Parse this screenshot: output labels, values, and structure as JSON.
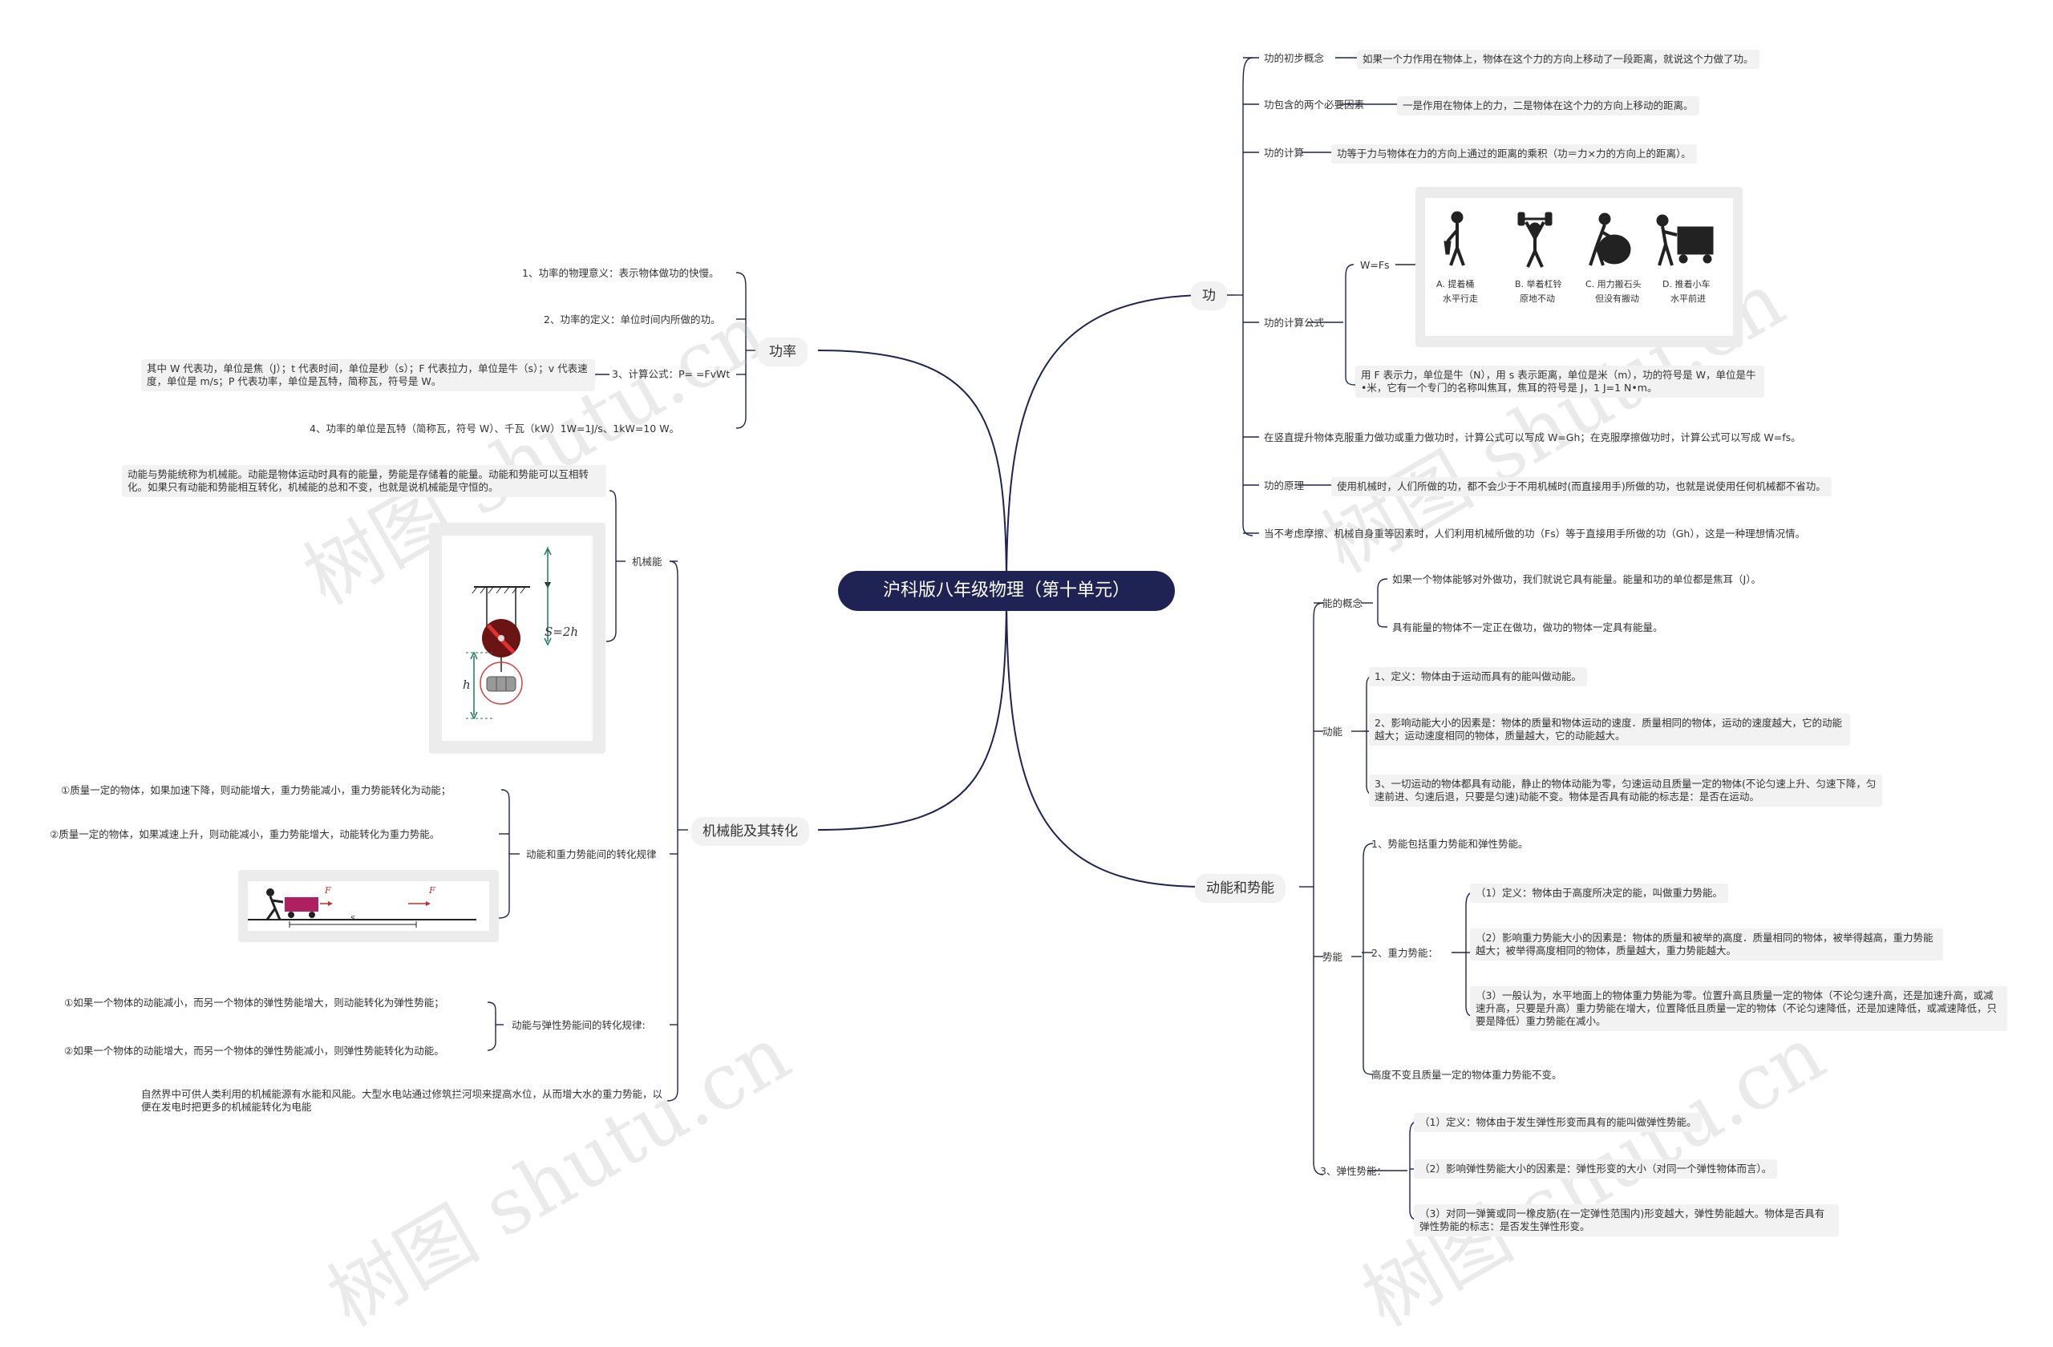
{
  "root": {
    "title": "沪科版八年级物理（第十单元）"
  },
  "branches": {
    "gong": "功",
    "dongneng": "动能和势能",
    "gonglv": "功率",
    "jixie": "机械能及其转化"
  },
  "gong": {
    "c1_label": "功的初步概念",
    "c1_text": "如果一个力作用在物体上，物体在这个力的方向上移动了一段距离，就说这个力做了功。",
    "c2_label": "功包含的两个必要因素",
    "c2_text": "一是作用在物体上的力，二是物体在这个力的方向上移动的距离。",
    "c3_label": "功的计算",
    "c3_text": "功等于力与物体在力的方向上通过的距离的乘积（功＝力×力的方向上的距离）。",
    "c4_label": "功的计算公式",
    "c4_wfs": "W=Fs",
    "figures": [
      {
        "line1": "A. 提着桶",
        "line2": "水平行走"
      },
      {
        "line1": "B. 举着杠铃",
        "line2": "原地不动"
      },
      {
        "line1": "C. 用力搬石头",
        "line2": "但没有搬动"
      },
      {
        "line1": "D. 推着小车",
        "line2": "水平前进"
      }
    ],
    "c4_text": "用 F 表示力，单位是牛（N），用 s 表示距离，单位是米（m），功的符号是 W，单位是牛•米，它有一个专门的名称叫焦耳，焦耳的符号是 J，1 J=1 N•m。",
    "c5_text": "在竖直提升物体克服重力做功或重力做功时，计算公式可以写成 W=Gh；在克服摩擦做功时，计算公式可以写成 W=fs。",
    "c6_label": "功的原理",
    "c6_text": "使用机械时，人们所做的功，都不会少于不用机械时(而直接用手)所做的功，也就是说使用任何机械都不省功。",
    "c7_text": "当不考虑摩擦、机械自身重等因素时，人们利用机械所做的功（Fs）等于直接用手所做的功（Gh），这是一种理想情况情。"
  },
  "dn": {
    "concept_label": "能的概念",
    "concept_1": "如果一个物体能够对外做功，我们就说它具有能量。能量和功的单位都是焦耳（J）。",
    "concept_2": "具有能量的物体不一定正在做功，做功的物体一定具有能量。",
    "kinetic_label": "动能",
    "kinetic_1": "1、定义：物体由于运动而具有的能叫做动能。",
    "kinetic_2": "2、影响动能大小的因素是：物体的质量和物体运动的速度．质量相同的物体，运动的速度越大，它的动能越大；运动速度相同的物体，质量越大，它的动能越大。",
    "kinetic_3": "3、一切运动的物体都具有动能，静止的物体动能为零，匀速运动且质量一定的物体(不论匀速上升、匀速下降，匀速前进、匀速后退，只要是匀速)动能不变。物体是否具有动能的标志是：是否在运动。",
    "potential_label": "势能",
    "potential_1": "1、势能包括重力势能和弹性势能。",
    "gravity_label": "2、重力势能：",
    "gravity_1": "（1）定义：物体由于高度所决定的能，叫做重力势能。",
    "gravity_2": "（2）影响重力势能大小的因素是：物体的质量和被举的高度．质量相同的物体，被举得越高，重力势能越大；被举得高度相同的物体，质量越大，重力势能越大。",
    "gravity_3": "（3）一般认为，水平地面上的物体重力势能为零。位置升高且质量一定的物体（不论匀速升高，还是加速升高，或减速升高，只要是升高）重力势能在增大，位置降低且质量一定的物体（不论匀速降低，还是加速降低，或减速降低，只要是降低）重力势能在减小。",
    "potential_4": "高度不变且质量一定的物体重力势能不变。",
    "elastic_label": "3、弹性势能：",
    "elastic_1": "（1）定义：物体由于发生弹性形变而具有的能叫做弹性势能。",
    "elastic_2": "（2）影响弹性势能大小的因素是：弹性形变的大小（对同一个弹性物体而言）。",
    "elastic_3": "（3）对同一弹簧或同一橡皮筋(在一定弹性范围内)形变越大，弹性势能越大。物体是否具有弹性势能的标志：是否发生弹性形变。"
  },
  "gl": {
    "g1": "1、功率的物理意义：表示物体做功的快慢。",
    "g2": "2、功率的定义：单位时间内所做的功。",
    "g3_label": "3、计算公式：P= =FvWt",
    "g3_text": "其中 W 代表功，单位是焦（J）；t 代表时间，单位是秒（s）；F 代表拉力，单位是牛（s）；v 代表速度，单位是 m/s；P 代表功率，单位是瓦特，简称瓦，符号是 W。",
    "g4": "4、功率的单位是瓦特（简称瓦，符号 W）、千瓦（kW）1W=1J/s、1kW=10 W。"
  },
  "jx": {
    "m_label": "机械能",
    "m_text": "动能与势能统称为机械能。动能是物体运动时具有的能量，势能是存储着的能量。动能和势能可以互相转化。如果只有动能和势能相互转化，机械能的总和不变，也就是说机械能是守恒的。",
    "pulley_label_s": "S=2h",
    "pulley_label_h": "h",
    "kg_label": "动能和重力势能间的转化规律",
    "kg_1": "①质量一定的物体，如果加速下降，则动能增大，重力势能减小，重力势能转化为动能；",
    "kg_2": "②质量一定的物体，如果减速上升，则动能减小，重力势能增大，动能转化为重力势能。",
    "cart_label_f1": "F",
    "cart_label_f2": "F",
    "cart_label_s": "s",
    "ke_label": "动能与弹性势能间的转化规律:",
    "ke_1": "①如果一个物体的动能减小，而另一个物体的弹性势能增大，则动能转化为弹性势能；",
    "ke_2": "②如果一个物体的动能增大，而另一个物体的弹性势能减小，则弹性势能转化为动能。",
    "nature": "自然界中可供人类利用的机械能源有水能和风能。大型水电站通过修筑拦河坝来提高水位，从而增大水的重力势能，以便在发电时把更多的机械能转化为电能"
  },
  "watermark": "树图 shutu.cn",
  "colors": {
    "root": "#1f2354",
    "line": "#1f2354",
    "leaf": "#f2f2f2"
  }
}
